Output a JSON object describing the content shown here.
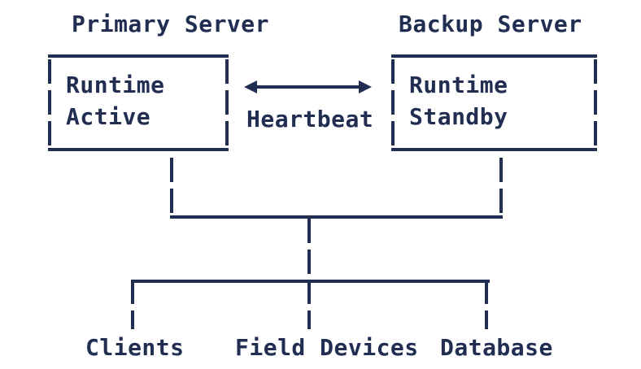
{
  "diagram": {
    "colors": {
      "ink": "#212e52",
      "background": "#ffffff"
    },
    "servers": [
      {
        "title": "Primary Server",
        "line1": "Runtime",
        "line2": "Active"
      },
      {
        "title": "Backup Server",
        "line1": "Runtime",
        "line2": "Standby"
      }
    ],
    "link": {
      "label": "Heartbeat",
      "icon": "bidirectional-arrow"
    },
    "leaves": [
      {
        "label": "Clients"
      },
      {
        "label": "Field Devices"
      },
      {
        "label": "Database"
      }
    ]
  }
}
